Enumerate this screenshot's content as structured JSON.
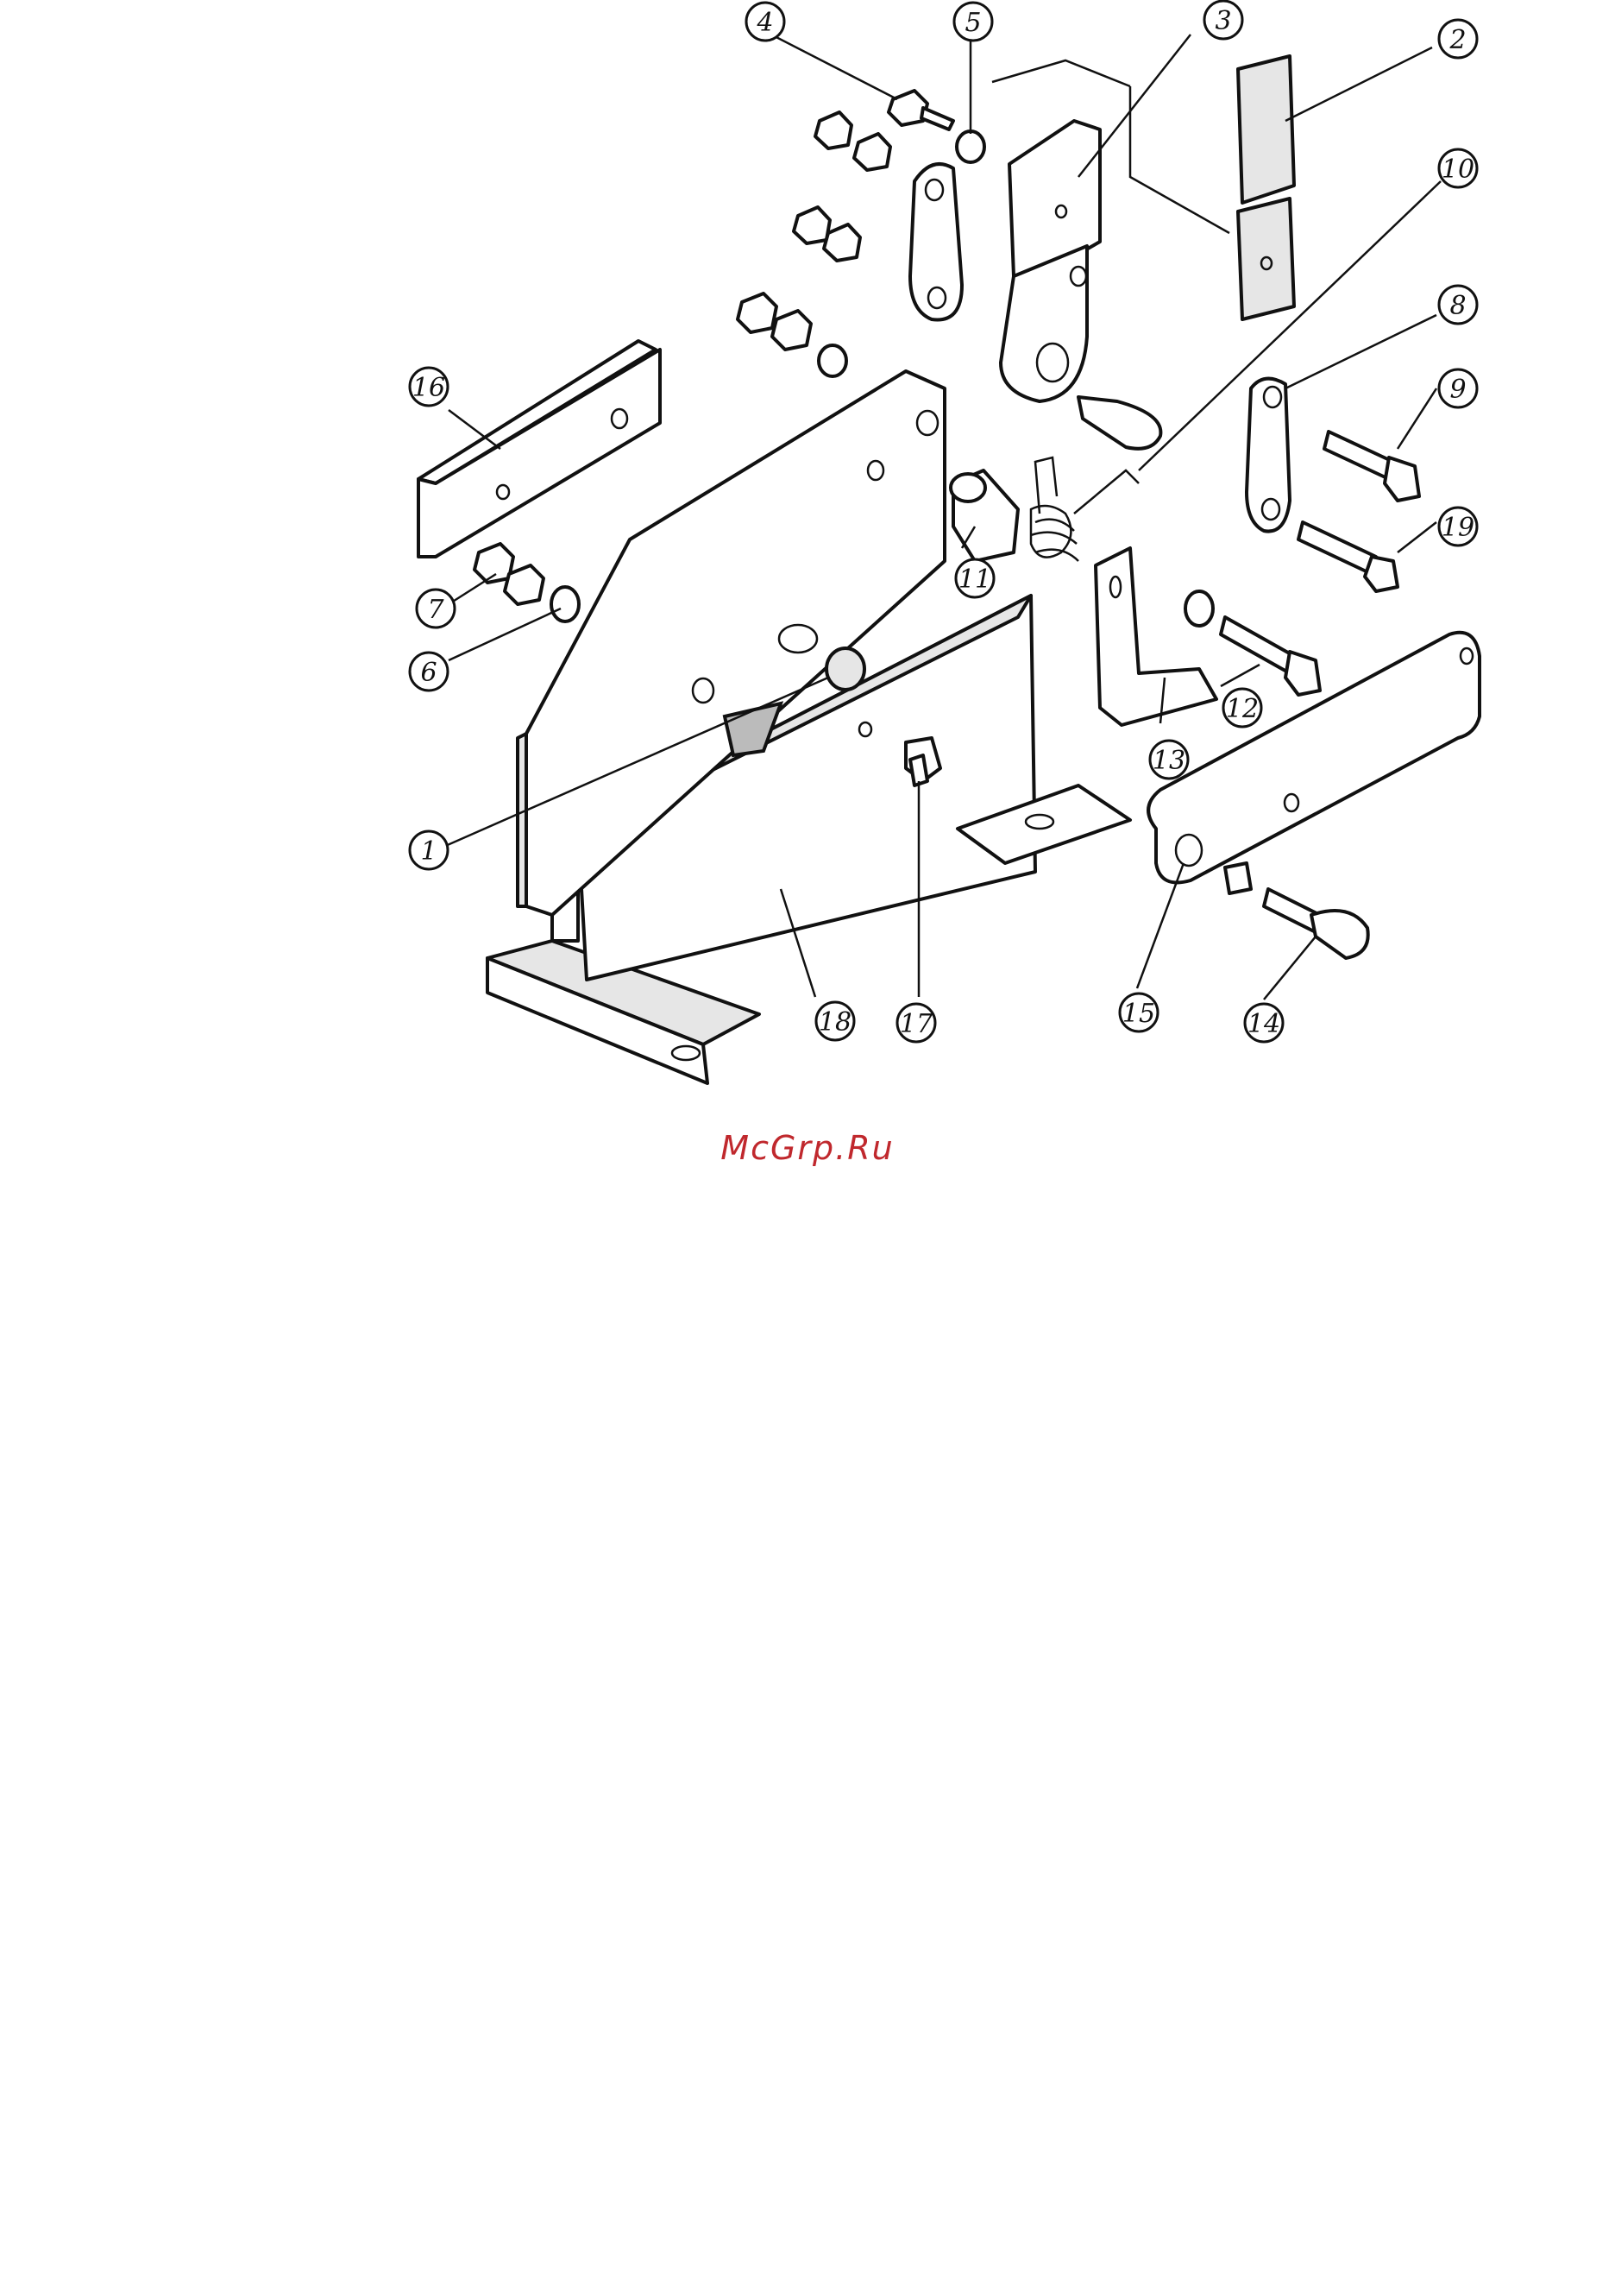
{
  "watermark": {
    "text": "McGrp.Ru",
    "color": "#c0282d"
  },
  "callouts": [
    {
      "label": "1"
    },
    {
      "label": "2"
    },
    {
      "label": "3"
    },
    {
      "label": "4"
    },
    {
      "label": "5"
    },
    {
      "label": "6"
    },
    {
      "label": "7"
    },
    {
      "label": "8"
    },
    {
      "label": "9"
    },
    {
      "label": "10"
    },
    {
      "label": "11"
    },
    {
      "label": "12"
    },
    {
      "label": "13"
    },
    {
      "label": "14"
    },
    {
      "label": "15"
    },
    {
      "label": "16"
    },
    {
      "label": "17"
    },
    {
      "label": "18"
    },
    {
      "label": "19"
    }
  ]
}
